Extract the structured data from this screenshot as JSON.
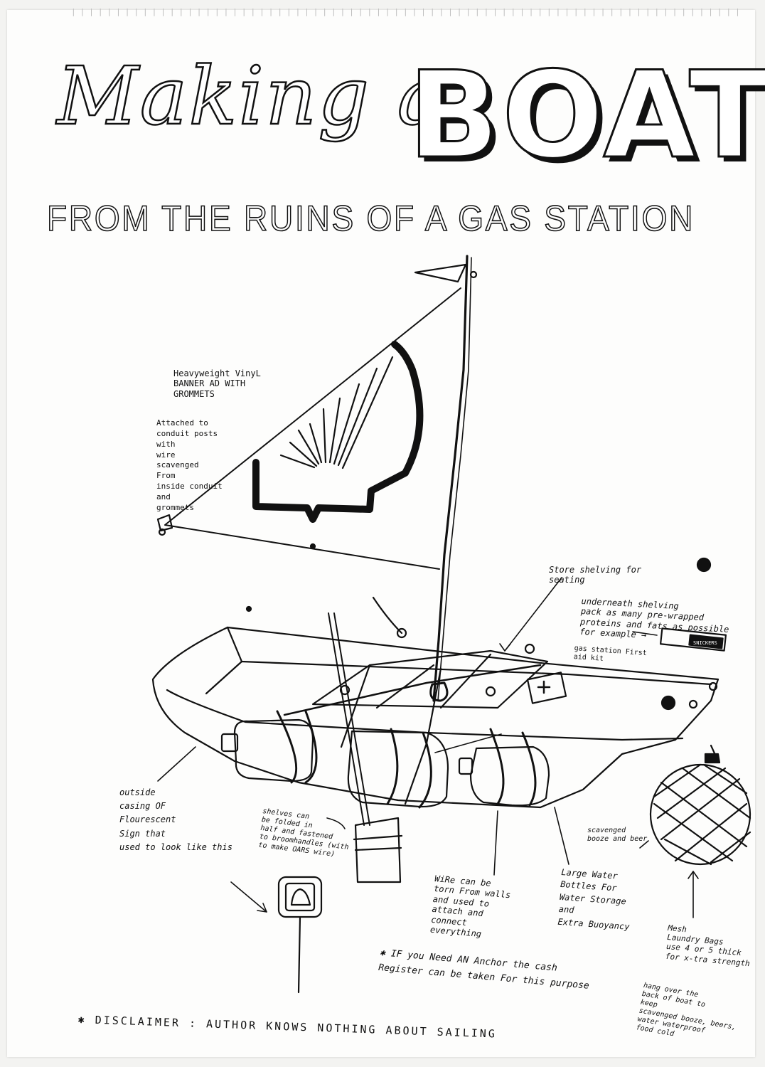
{
  "title": {
    "script_part": "Making a",
    "block_part": "BOAT",
    "subtitle": "FROM THE RUINS OF A GAS STATION"
  },
  "labels": {
    "sail_banner": "Heavyweight VinyL\nBANNER AD WITH\nGROMMETS",
    "sail_attached": "Attached to\nconduit posts\nwith\nwire\nscavenged\nFrom\ninside conduit\nand\ngrommets",
    "shelving": "Store shelving for\nseating",
    "underneath": "underneath shelving\npack as many pre-wrapped\nproteins and fats as possible\nfor example →",
    "snickers": "SNICKERS",
    "first_aid": "gas station First\naid kit",
    "outside_casing": "outside\ncasing OF\nFlourescent\nSign that\nused to look like this",
    "shelves_oars": "shelves can\nbe folded in\nhalf and fastened\nto broomhandles (with\nto make OARS   wire)",
    "wire": "WiRe can be\ntorn From walls\nand used to\nattach and\nconnect\neverything",
    "water_bottles": "Large Water\nBottles For\nWater Storage\nand\nExtra Buoyancy",
    "booze": "scavenged\nbooze and beer",
    "mesh_bags": "Mesh\nLaundry Bags\nuse 4 or 5 thick\nfor x-tra strength",
    "hang_over": "hang over the\nback of boat to\nkeep\nscavenged booze, beers,\nwater waterproof\nfood cold",
    "anchor": "✱ IF you Need AN Anchor the cash\nRegister can be taken For this purpose",
    "disclaimer": "✱ DISCLAIMER : AUTHOR KNOWS NOTHING ABOUT SAILING"
  },
  "icons": [
    "shell-logo-icon",
    "first-aid-cross-icon",
    "snickers-bar-icon",
    "asterisk-icon",
    "arrow-icon"
  ],
  "colors": {
    "ink": "#111111",
    "paper": "#fdfdfc"
  }
}
